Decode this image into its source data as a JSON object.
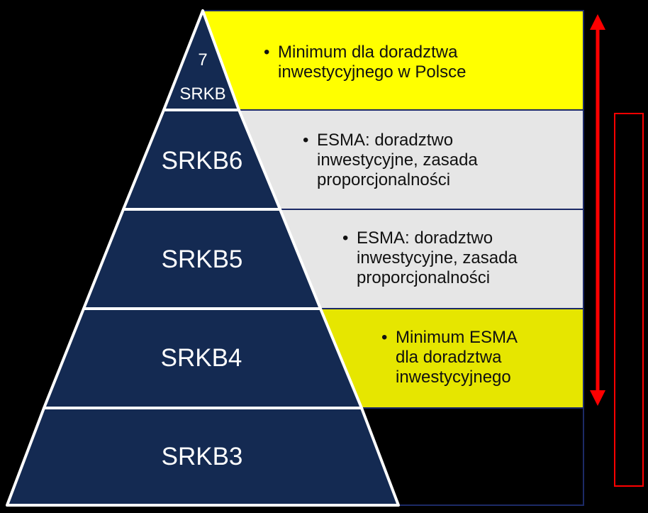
{
  "colors": {
    "pyramid_fill": "#142a52",
    "pyramid_stroke": "#ffffff",
    "yellow": "#ffff00",
    "yellow_green": "#e6e600",
    "gray": "#e6e6e6",
    "box_stroke": "#1c2a66",
    "arrow": "#ff0000"
  },
  "levels": [
    {
      "label_line1": "7",
      "label_line2": "SRKB",
      "text": "Minimum dla doradztwa inwestycyjnego w Polsce"
    },
    {
      "label": "SRKB6",
      "text": "ESMA: doradztwo inwestycyjne, zasada proporcjonalności"
    },
    {
      "label": "SRKB5",
      "text": "ESMA: doradztwo inwestycyjne, zasada proporcjonalności"
    },
    {
      "label": "SRKB4",
      "text": "Minimum ESMA dla doradztwa inwestycyjnego"
    },
    {
      "label": "SRKB3"
    }
  ],
  "bullet": "•",
  "desc_lines": [
    [
      "Minimum dla doradztwa",
      "inwestycyjnego w Polsce"
    ],
    [
      "ESMA: doradztwo",
      "inwestycyjne, zasada",
      "proporcjonalności"
    ],
    [
      "ESMA: doradztwo",
      "inwestycyjne, zasada",
      "proporcjonalności"
    ],
    [
      "Minimum ESMA",
      "dla doradztwa",
      "inwestycyjnego"
    ]
  ]
}
